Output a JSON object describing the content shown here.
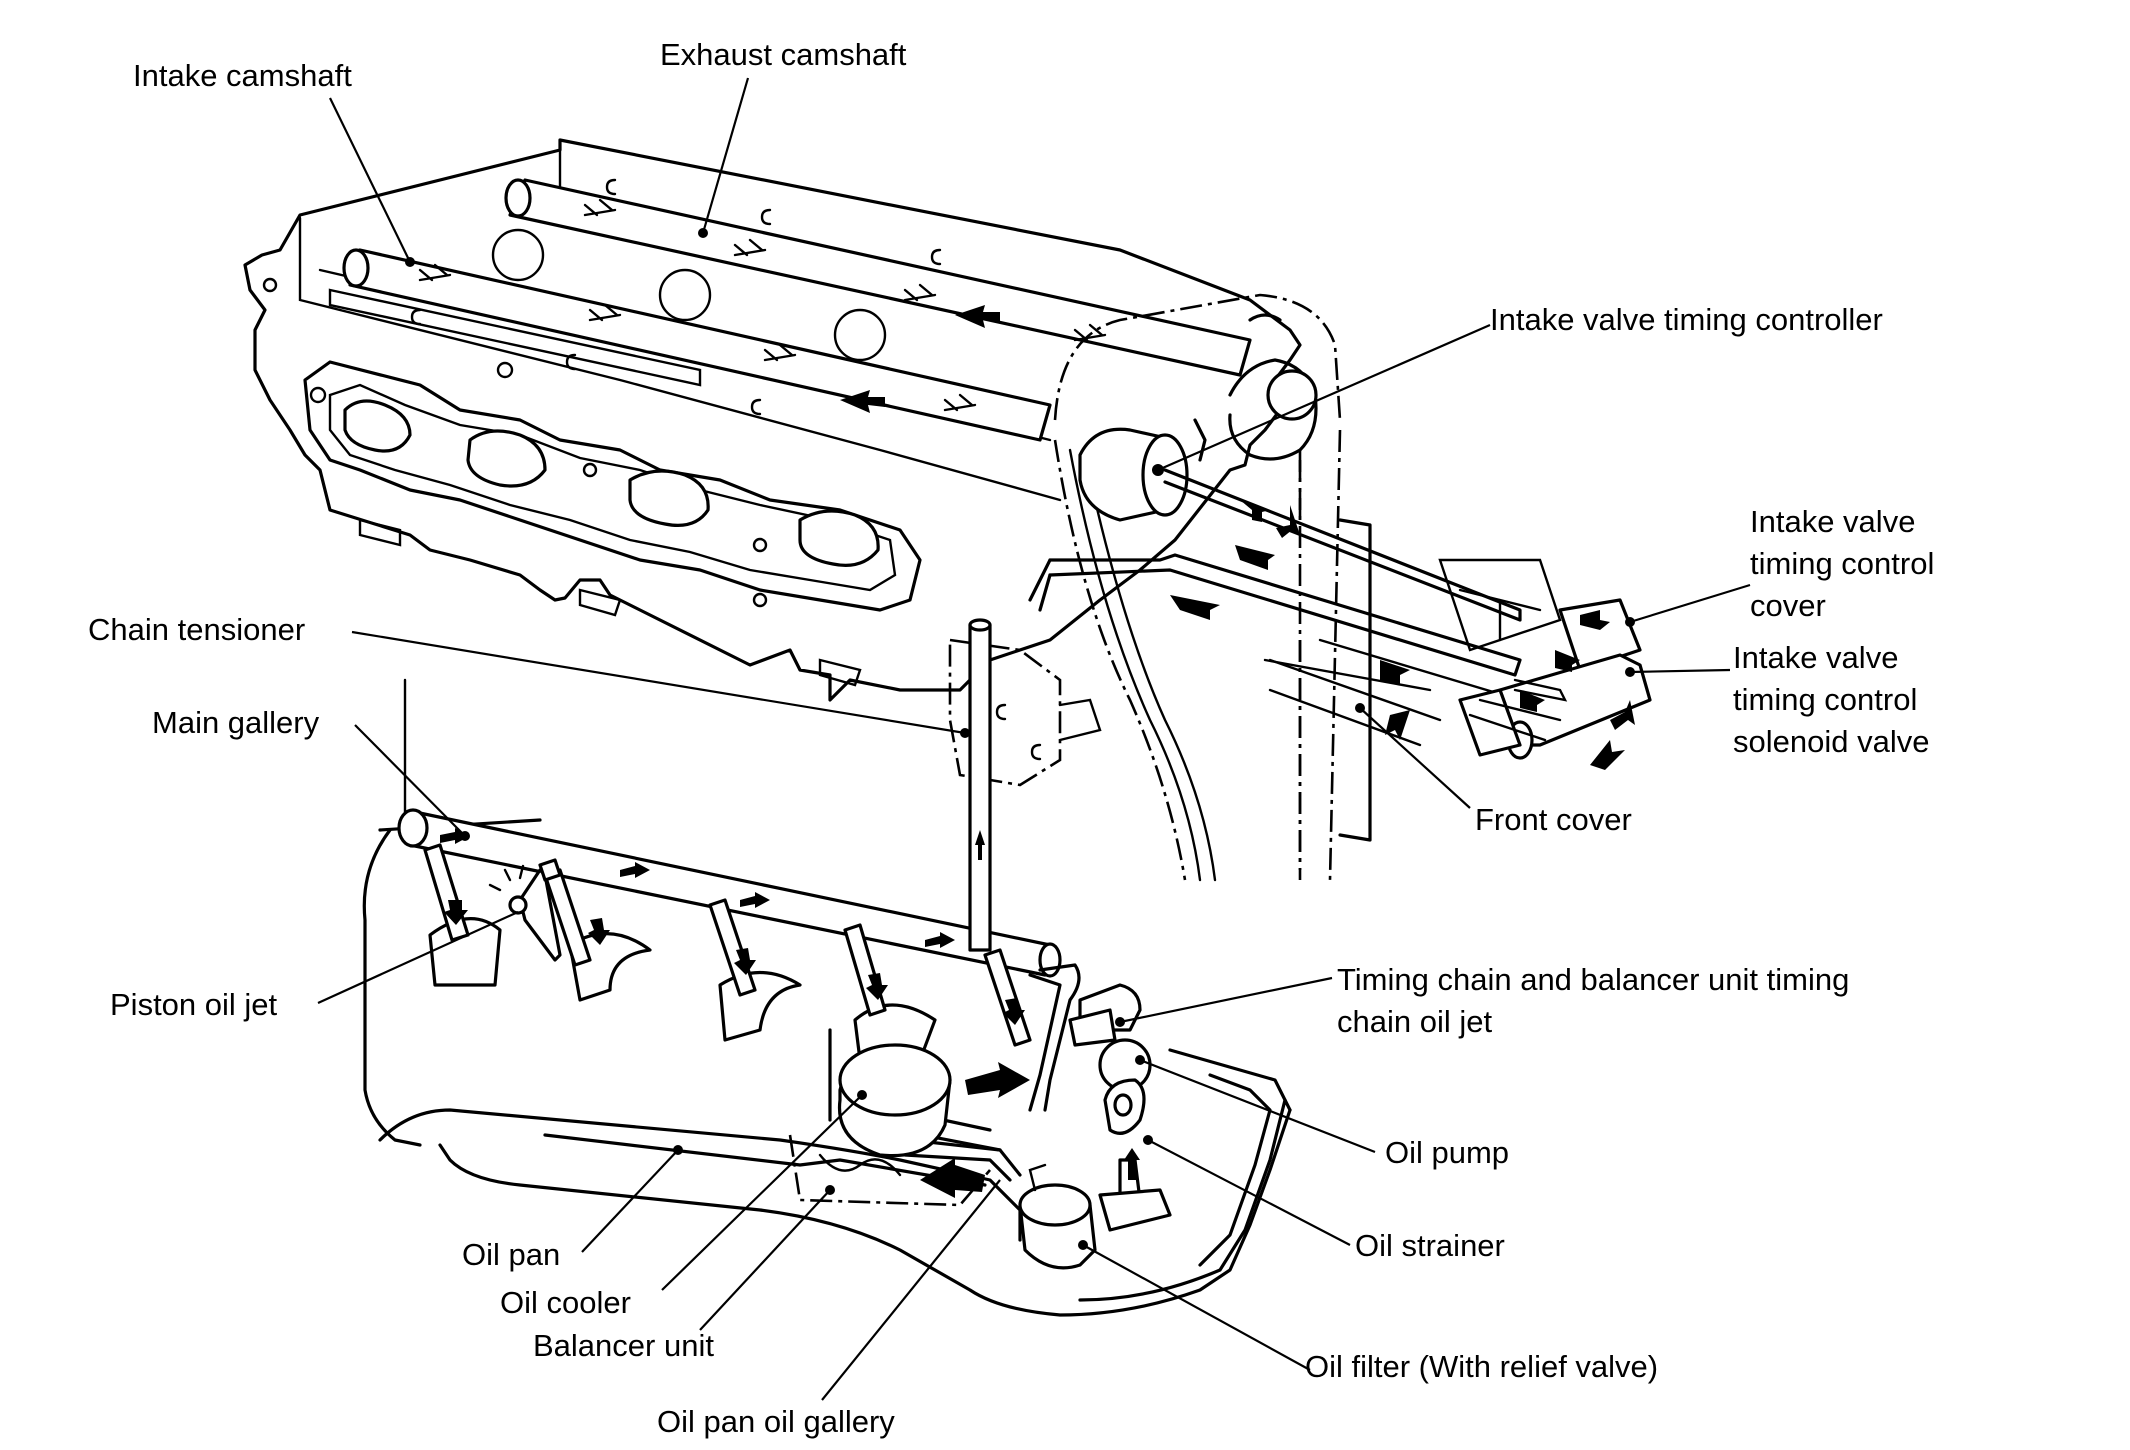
{
  "labels": {
    "intake_camshaft": "Intake camshaft",
    "exhaust_camshaft": "Exhaust camshaft",
    "intake_valve_timing_controller": "Intake valve timing controller",
    "ivt_cover_1": "Intake valve",
    "ivt_cover_2": "timing control",
    "ivt_cover_3": "cover",
    "ivt_solenoid_1": "Intake valve",
    "ivt_solenoid_2": "timing control",
    "ivt_solenoid_3": "solenoid valve",
    "chain_tensioner": "Chain tensioner",
    "main_gallery": "Main gallery",
    "front_cover": "Front cover",
    "piston_oil_jet": "Piston oil jet",
    "timing_chain_jet_1": "Timing chain and balancer unit timing",
    "timing_chain_jet_2": "chain oil jet",
    "oil_pump": "Oil pump",
    "oil_strainer": "Oil strainer",
    "oil_pan": "Oil pan",
    "oil_cooler": "Oil cooler",
    "balancer_unit": "Balancer unit",
    "oil_filter": "Oil filter (With relief valve)",
    "oil_pan_oil_gallery": "Oil pan oil gallery"
  },
  "colors": {
    "line": "#000000",
    "background": "#ffffff"
  }
}
